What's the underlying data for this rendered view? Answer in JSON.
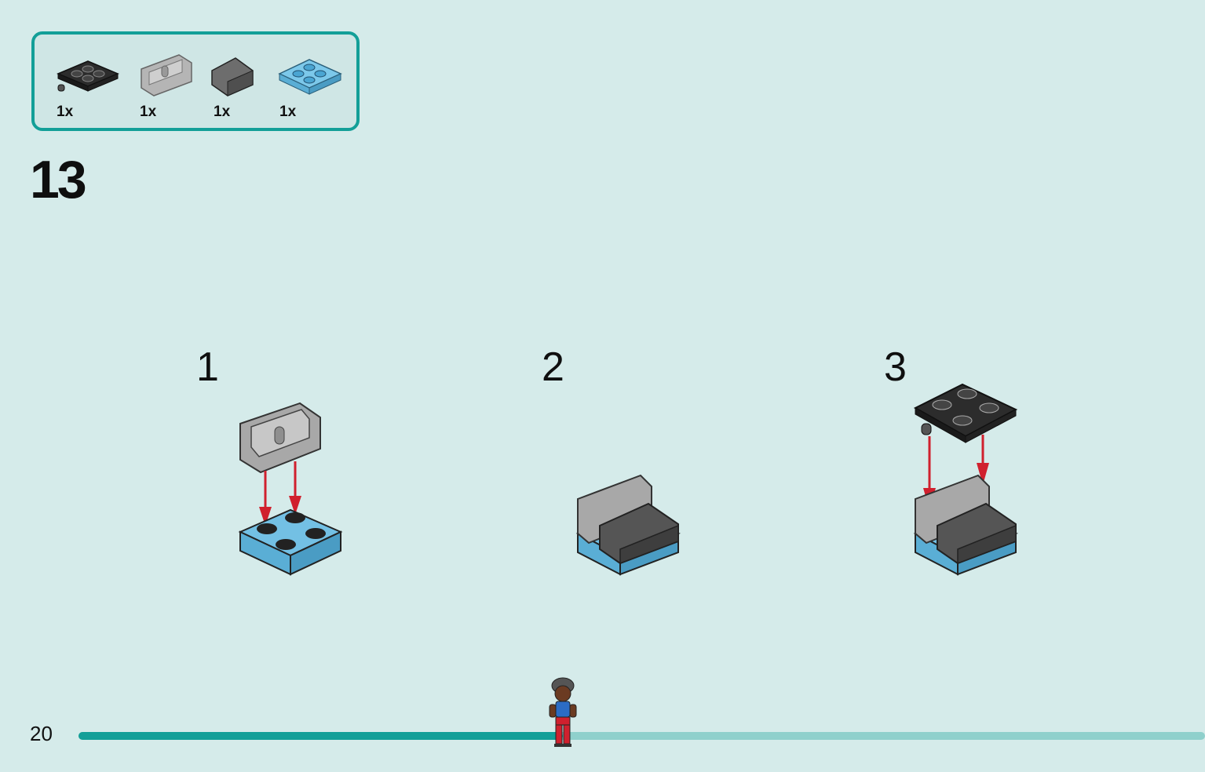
{
  "parts_list": {
    "items": [
      {
        "icon": "black-plate-2x2-with-pin-icon",
        "qty": "1x"
      },
      {
        "icon": "gray-hinge-bracket-icon",
        "qty": "1x"
      },
      {
        "icon": "dark-gray-slope-tile-icon",
        "qty": "1x"
      },
      {
        "icon": "blue-plate-2x2-icon",
        "qty": "1x"
      }
    ]
  },
  "step": {
    "number": "13",
    "substeps": [
      {
        "label": "1"
      },
      {
        "label": "2"
      },
      {
        "label": "3"
      }
    ]
  },
  "footer": {
    "page_number": "20",
    "progress_fraction": 0.43
  },
  "colors": {
    "accent": "#139f98",
    "background": "#d5ebea",
    "arrow": "#d0202e",
    "blue_brick": "#6cbce0",
    "black_brick": "#2a2a2a",
    "gray_brick": "#a3a3a3"
  }
}
